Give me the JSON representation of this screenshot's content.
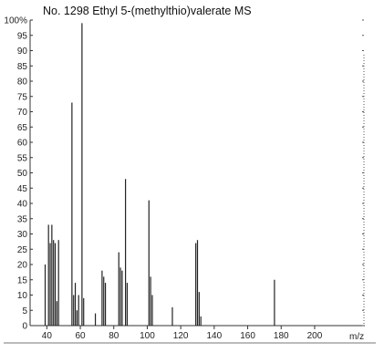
{
  "chart_data": {
    "type": "bar",
    "title": "No. 1298 Ethyl 5-(methylthio)valerate  MS",
    "xlabel": "m/z",
    "ylabel": "",
    "xlim": [
      30,
      230
    ],
    "ylim": [
      0,
      100
    ],
    "x_ticks": [
      "40",
      "60",
      "80",
      "100",
      "120",
      "140",
      "160",
      "180",
      "200"
    ],
    "y_ticks": [
      "0",
      "5",
      "10",
      "15",
      "20",
      "25",
      "30",
      "35",
      "40",
      "45",
      "50",
      "55",
      "60",
      "65",
      "70",
      "75",
      "80",
      "85",
      "90",
      "95",
      "100"
    ],
    "y_tick_suffix": "%",
    "grid": false,
    "peaks": [
      {
        "mz": 39,
        "intensity": 20
      },
      {
        "mz": 41,
        "intensity": 33
      },
      {
        "mz": 42,
        "intensity": 27
      },
      {
        "mz": 43,
        "intensity": 33
      },
      {
        "mz": 44,
        "intensity": 28
      },
      {
        "mz": 45,
        "intensity": 27
      },
      {
        "mz": 46,
        "intensity": 8
      },
      {
        "mz": 47,
        "intensity": 28
      },
      {
        "mz": 55,
        "intensity": 73
      },
      {
        "mz": 56,
        "intensity": 10
      },
      {
        "mz": 57,
        "intensity": 14
      },
      {
        "mz": 58,
        "intensity": 5
      },
      {
        "mz": 59,
        "intensity": 10
      },
      {
        "mz": 61,
        "intensity": 99
      },
      {
        "mz": 62,
        "intensity": 9
      },
      {
        "mz": 69,
        "intensity": 4
      },
      {
        "mz": 73,
        "intensity": 18
      },
      {
        "mz": 74,
        "intensity": 16
      },
      {
        "mz": 75,
        "intensity": 14
      },
      {
        "mz": 83,
        "intensity": 24
      },
      {
        "mz": 84,
        "intensity": 19
      },
      {
        "mz": 85,
        "intensity": 18
      },
      {
        "mz": 87,
        "intensity": 48
      },
      {
        "mz": 88,
        "intensity": 14
      },
      {
        "mz": 101,
        "intensity": 41
      },
      {
        "mz": 102,
        "intensity": 16
      },
      {
        "mz": 103,
        "intensity": 10
      },
      {
        "mz": 115,
        "intensity": 6
      },
      {
        "mz": 129,
        "intensity": 27
      },
      {
        "mz": 130,
        "intensity": 28
      },
      {
        "mz": 131,
        "intensity": 11
      },
      {
        "mz": 132,
        "intensity": 3
      },
      {
        "mz": 176,
        "intensity": 15
      }
    ]
  }
}
